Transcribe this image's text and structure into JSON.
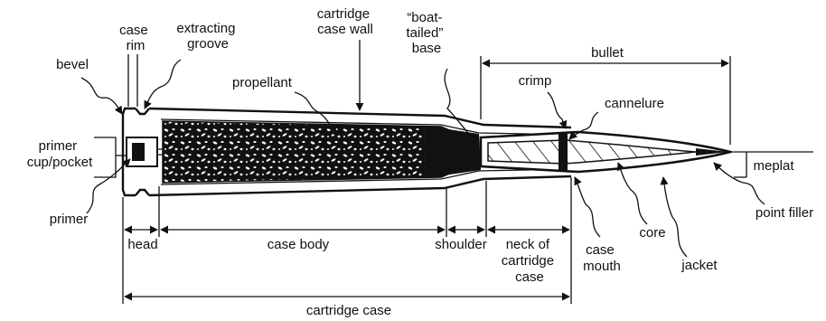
{
  "labels": {
    "case_rim": [
      "case",
      "rim"
    ],
    "extracting_groove": [
      "extracting",
      "groove"
    ],
    "cartridge_case_wall": [
      "cartridge",
      "case wall"
    ],
    "boat_tailed_base": [
      "“boat-",
      "tailed”",
      "base"
    ],
    "bullet": "bullet",
    "bevel": "bevel",
    "propellant": "propellant",
    "crimp": "crimp",
    "cannelure": "cannelure",
    "primer_cup_pocket": [
      "primer",
      "cup/pocket"
    ],
    "meplat": "meplat",
    "primer": "primer",
    "point_filler": "point filler",
    "core": "core",
    "case_mouth": [
      "case",
      "mouth"
    ],
    "jacket": "jacket",
    "head": "head",
    "case_body": "case body",
    "shoulder": "shoulder",
    "neck_of_cartridge_case": [
      "neck of",
      "cartridge",
      "case"
    ],
    "cartridge_case": "cartridge case"
  }
}
